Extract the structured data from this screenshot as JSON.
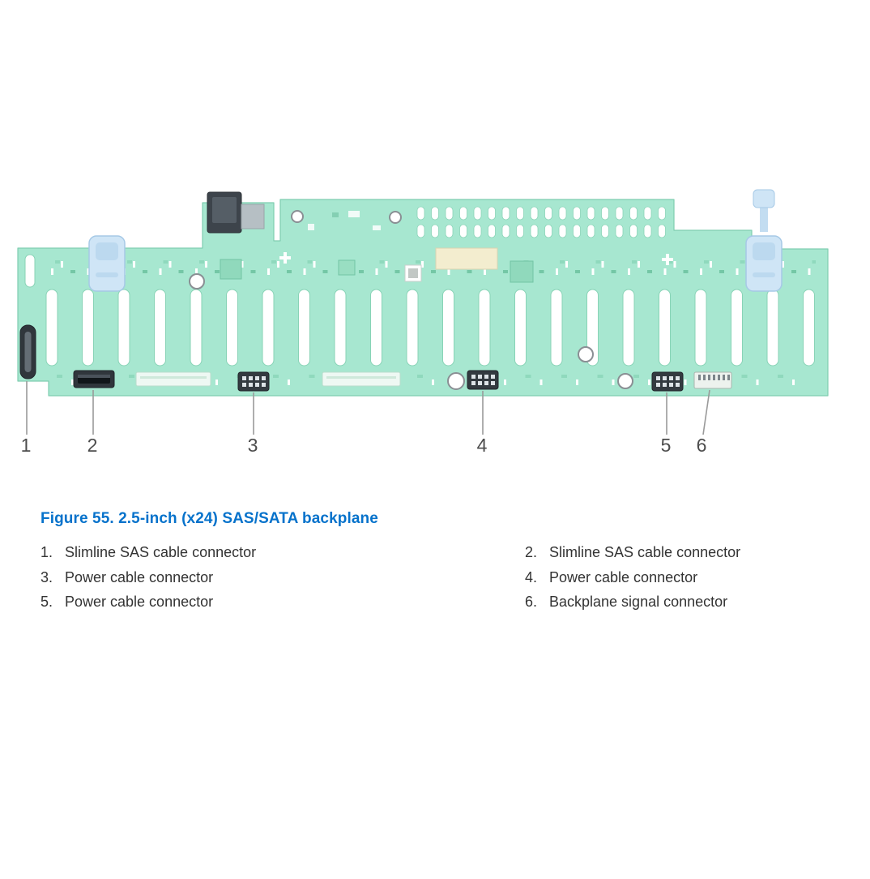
{
  "figure": {
    "caption": "Figure 55. 2.5-inch (x24) SAS/SATA backplane"
  },
  "callouts": {
    "labels": [
      "1",
      "2",
      "3",
      "4",
      "5",
      "6"
    ]
  },
  "legend": {
    "items": [
      {
        "num": "1.",
        "text": "Slimline SAS cable connector"
      },
      {
        "num": "2.",
        "text": "Slimline SAS cable connector"
      },
      {
        "num": "3.",
        "text": "Power cable connector"
      },
      {
        "num": "4.",
        "text": "Power cable connector"
      },
      {
        "num": "5.",
        "text": "Power cable connector"
      },
      {
        "num": "6.",
        "text": "Backplane signal connector"
      }
    ]
  },
  "colors": {
    "caption_blue": "#0672CB",
    "board_green": "#a7e7d0",
    "board_edge_green": "#7fcdb0",
    "clip_blue": "#cfe5f6",
    "connector_black": "#30363c",
    "callout_gray": "#4c4c4c"
  }
}
